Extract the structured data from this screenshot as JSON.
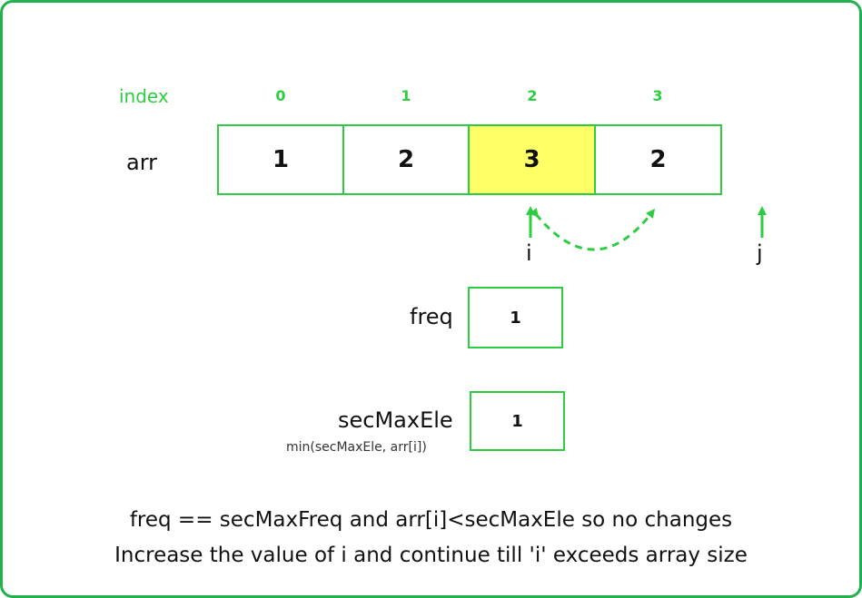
{
  "index_label": "index",
  "indices": [
    "0",
    "1",
    "2",
    "3"
  ],
  "arr_label": "arr",
  "array": [
    {
      "value": "1",
      "highlight": false
    },
    {
      "value": "2",
      "highlight": false
    },
    {
      "value": "3",
      "highlight": true
    },
    {
      "value": "2",
      "highlight": false
    }
  ],
  "pointers": {
    "i": "i",
    "j": "j"
  },
  "freq": {
    "label": "freq",
    "value": "1"
  },
  "secMaxEle": {
    "label": "secMaxEle",
    "value": "1",
    "note": "min(secMaxEle, arr[i])"
  },
  "messages": [
    "freq == secMaxFreq and arr[i]<secMaxEle so no changes",
    "Increase the value of i and continue till 'i' exceeds array size"
  ],
  "colors": {
    "border": "#2ecc40",
    "highlight": "#ffff66",
    "arrow": "#2ecc40"
  }
}
